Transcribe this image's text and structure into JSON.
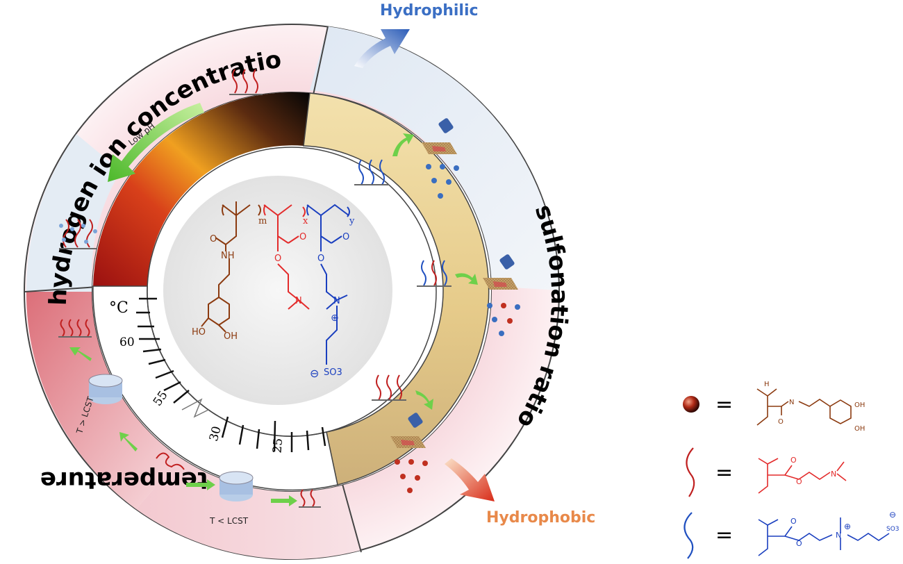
{
  "ring_labels": {
    "top_left": "hydrogen ion concentration",
    "right": "sulfonation ratio",
    "bottom_left": "temperature"
  },
  "arrows": {
    "top": "Hydrophilic",
    "bottom": "Hydrophobic"
  },
  "ph_arrow_label": "Low pH",
  "lcst_labels": {
    "above": "T > LCST",
    "below": "T < LCST"
  },
  "thermometer": {
    "unit": "°C",
    "ticks": [
      "60",
      "55",
      "30",
      "25"
    ]
  },
  "polymer_labels": {
    "m": "m",
    "x": "x",
    "y": "y",
    "nh": "NH",
    "oh1": "HO",
    "oh2": "OH",
    "o1": "O",
    "o2": "O",
    "o3": "O",
    "o4": "O",
    "o5": "O",
    "n1": "N",
    "n2": "N",
    "plus": "⊕",
    "minus": "⊖",
    "so3": "SO3"
  },
  "legend": {
    "eq": "=",
    "row1": {
      "h": "H",
      "n": "N",
      "o": "O",
      "oh_a": "OH",
      "oh_b": "OH"
    },
    "row2": {
      "o1": "O",
      "o2": "O",
      "n": "N"
    },
    "row3": {
      "o1": "O",
      "o2": "O",
      "n": "N",
      "plus": "⊕",
      "minus": "⊖",
      "so3": "SO3"
    }
  },
  "colors": {
    "hydrophilic": "#3b6fc4",
    "hydrophobic": "#e8894a",
    "dopamine": "#8b3a0f",
    "dmaema": "#e32b2b",
    "sbma": "#1a3fbf"
  }
}
